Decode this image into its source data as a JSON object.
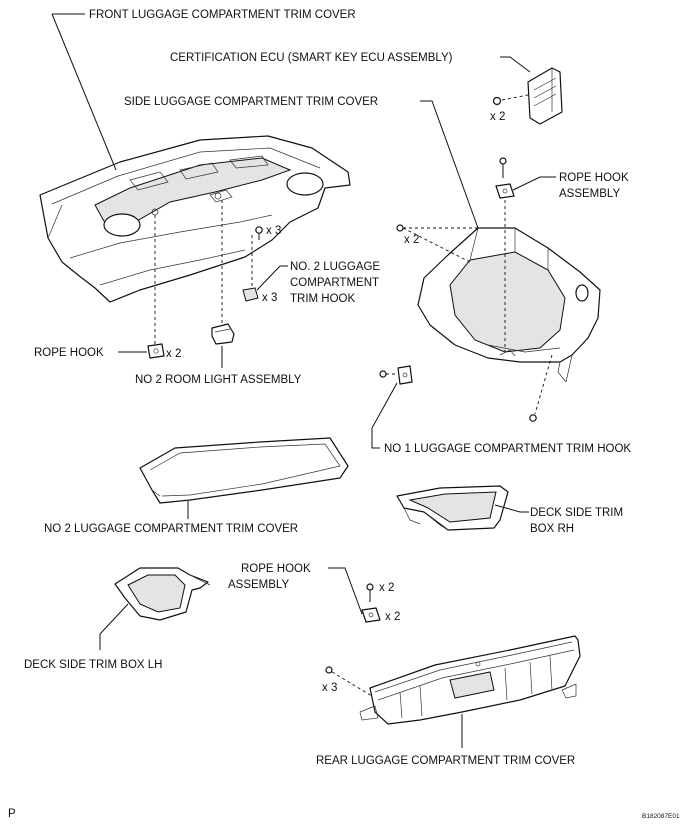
{
  "labels": {
    "front_cover": "FRONT LUGGAGE COMPARTMENT TRIM COVER",
    "cert_ecu": "CERTIFICATION ECU (SMART KEY ECU ASSEMBLY)",
    "side_cover": "SIDE LUGGAGE COMPARTMENT TRIM COVER",
    "rope_hook_assy_right_1": "ROPE HOOK",
    "rope_hook_assy_right_2": "ASSEMBLY",
    "no2_hook_1": "NO. 2 LUGGAGE",
    "no2_hook_2": "COMPARTMENT",
    "no2_hook_3": "TRIM HOOK",
    "rope_hook": "ROPE HOOK",
    "room_light": "NO  2 ROOM LIGHT ASSEMBLY",
    "no1_hook": "NO  1 LUGGAGE COMPARTMENT TRIM HOOK",
    "no2_cover": "NO  2 LUGGAGE COMPARTMENT TRIM COVER",
    "deck_rh_1": "DECK SIDE TRIM",
    "deck_rh_2": "BOX RH",
    "rope_hook_assy_lower_1": "ROPE HOOK",
    "rope_hook_assy_lower_2": "ASSEMBLY",
    "deck_lh": "DECK SIDE TRIM BOX LH",
    "rear_cover": "REAR LUGGAGE COMPARTMENT TRIM COVER"
  },
  "quantities": {
    "ecu_nuts": "x 2",
    "side_cover_clips": "x 2",
    "front_bolts": "x 3",
    "no2_hooks": "x 3",
    "rope_hooks": "x 2",
    "lower_bolts": "x 2",
    "lower_hooks": "x 2",
    "rear_clips": "x 3"
  },
  "footer": {
    "left_mark": "P",
    "figure_code": "B182087E01"
  }
}
